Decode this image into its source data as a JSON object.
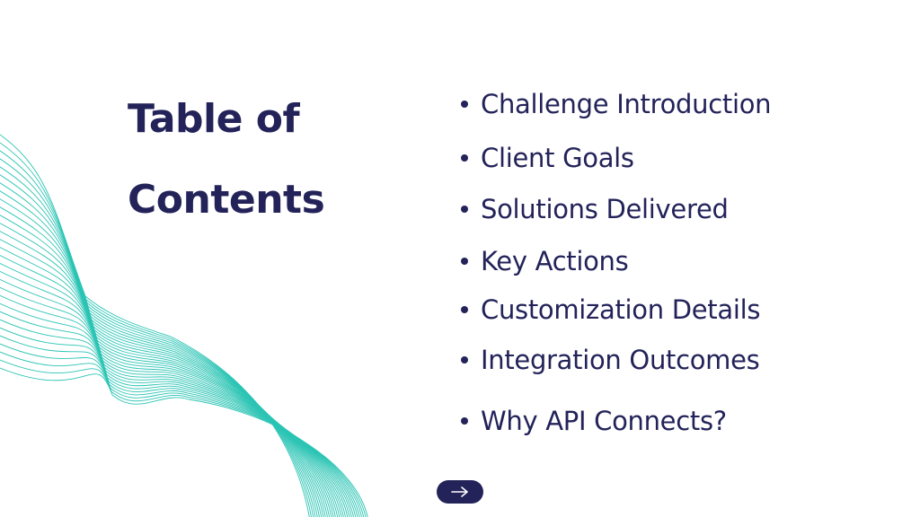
{
  "colors": {
    "navy": "#23235a",
    "teal": "#2bc4b4",
    "background": "#ffffff"
  },
  "slide": {
    "title_lines": [
      "Table of",
      "Contents"
    ],
    "items": [
      {
        "label": "Challenge Introduction"
      },
      {
        "label": "Client Goals"
      },
      {
        "label": "Solutions Delivered"
      },
      {
        "label": "Key Actions"
      },
      {
        "label": "Customization Details"
      },
      {
        "label": "Integration Outcomes"
      },
      {
        "label": "Why API Connects?"
      }
    ],
    "next_button": {
      "icon": "arrow-right-icon"
    }
  }
}
